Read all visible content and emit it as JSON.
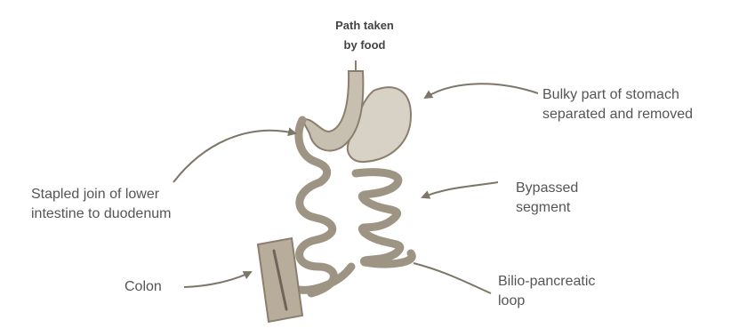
{
  "diagram": {
    "title": {
      "line1": "Path taken",
      "line2": "by food"
    },
    "labels": {
      "stomach_removed": {
        "line1": "Bulky part of stomach",
        "line2": "separated and removed"
      },
      "stapled_join": {
        "line1": "Stapled join of lower",
        "line2": "intestine to duodenum"
      },
      "bypassed": {
        "line1": "Bypassed",
        "line2": "segment"
      },
      "colon": "Colon",
      "bilio_loop": {
        "line1": "Bilio-pancreatic",
        "line2": "loop"
      }
    },
    "colors": {
      "organ_fill": "#b8ad9b",
      "organ_stroke": "#8a7f6e",
      "intestine": "#9e9483",
      "arrow": "#7d7567",
      "label_text": "#555555"
    }
  }
}
